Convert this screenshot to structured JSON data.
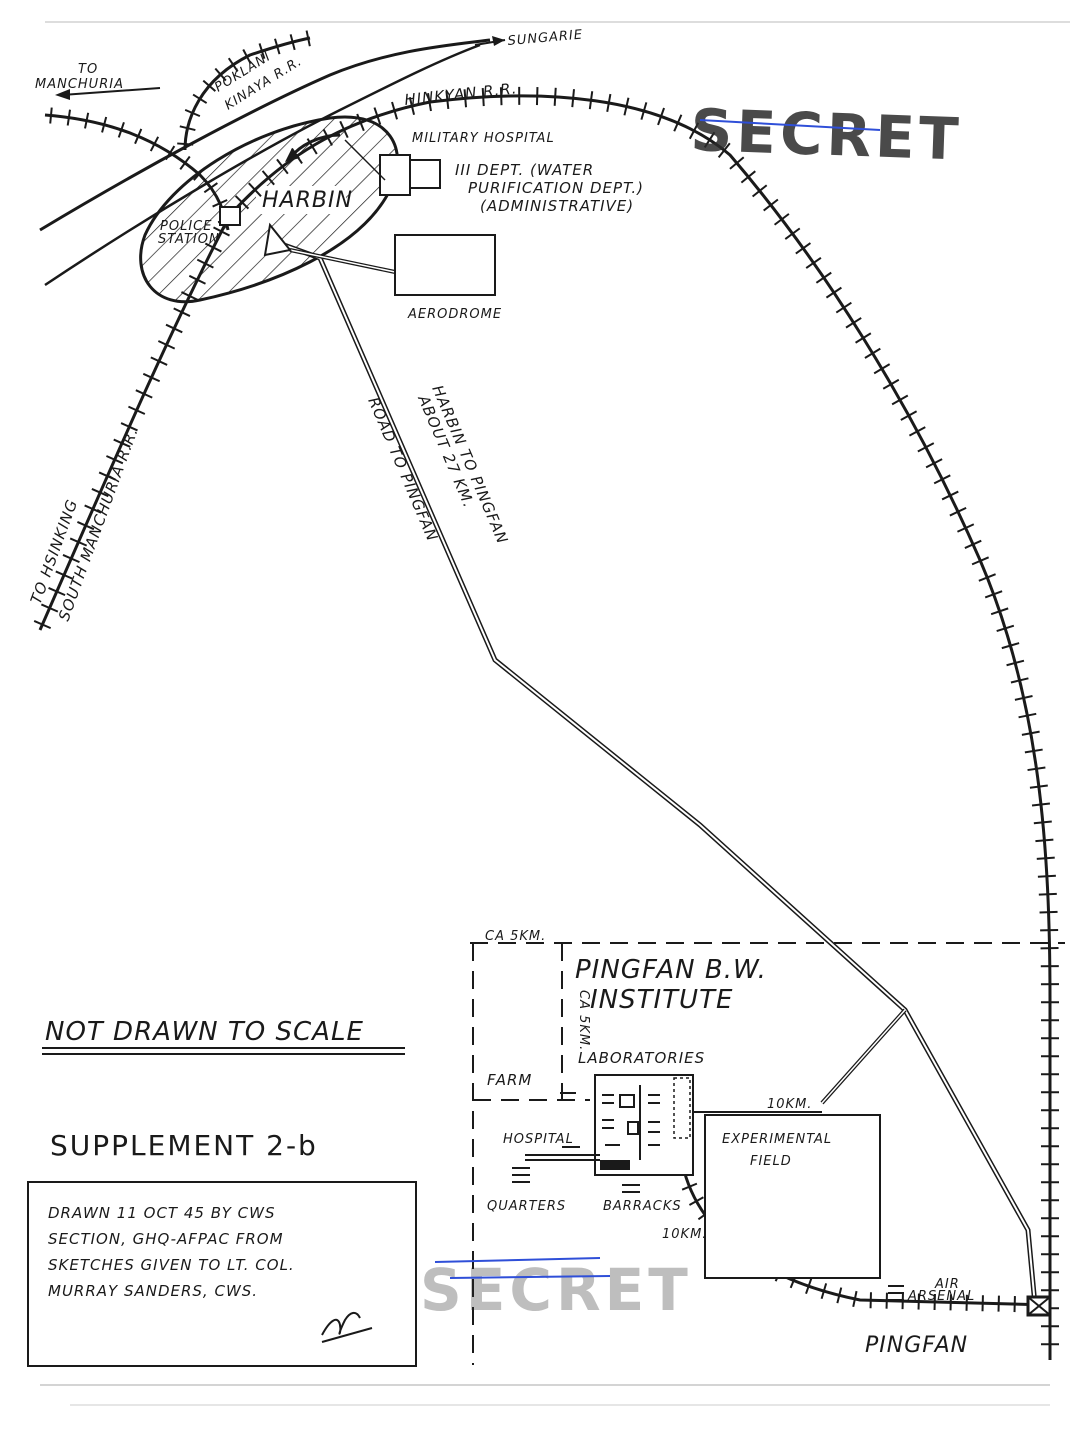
{
  "map": {
    "labels": {
      "to_manchuria_1": "TO",
      "to_manchuria_2": "MANCHURIA",
      "poklani_1": "POKLANI",
      "poklani_2": "KINAYA R.R.",
      "sungarie": "SUNGARIE",
      "hinkyan": "HINKYAN R.R.",
      "military_hospital": "MILITARY HOSPITAL",
      "dept_1": "III DEPT. (WATER",
      "dept_2": "PURIFICATION DEPT.)",
      "dept_3": "(ADMINISTRATIVE)",
      "harbin": "HARBIN",
      "police_1": "POLICE",
      "police_2": "STATION",
      "aerodrome": "AERODROME",
      "road": "ROAD TO PINGFAN",
      "distance_1": "HARBIN TO PINGFAN",
      "distance_2": "ABOUT 27 KM.",
      "hsinking": "TO HSINKING",
      "south_manchuria": "SOUTH MANCHURIA R.R.",
      "ca_5km_h": "CA 5KM.",
      "ca_5km_v": "CA 5KM.",
      "institute_1": "PINGFAN B.W.",
      "institute_2": "INSTITUTE",
      "laboratories": "LABORATORIES",
      "farm": "FARM",
      "hospital": "HOSPITAL",
      "quarters": "QUARTERS",
      "barracks": "BARRACKS",
      "ten_km_1": "10KM.",
      "ten_km_2": "10KM.",
      "experimental_1": "EXPERIMENTAL",
      "experimental_2": "FIELD",
      "air_1": "AIR",
      "air_2": "ARSENAL",
      "pingfan": "PINGFAN",
      "scale_note": "NOT DRAWN TO SCALE",
      "supplement": "SUPPLEMENT 2-b",
      "credit_1": "DRAWN 11 OCT 45 BY CWS",
      "credit_2": "SECTION, GHQ-AFPAC FROM",
      "credit_3": "SKETCHES GIVEN TO LT. COL.",
      "credit_4": "MURRAY SANDERS, CWS.",
      "stamp_top": "SECRET",
      "stamp_bottom": "SECRET"
    },
    "colors": {
      "ink": "#1a1a1a",
      "stamp": "#2b2b2b",
      "stamp_line": "#2f4fd8"
    }
  }
}
